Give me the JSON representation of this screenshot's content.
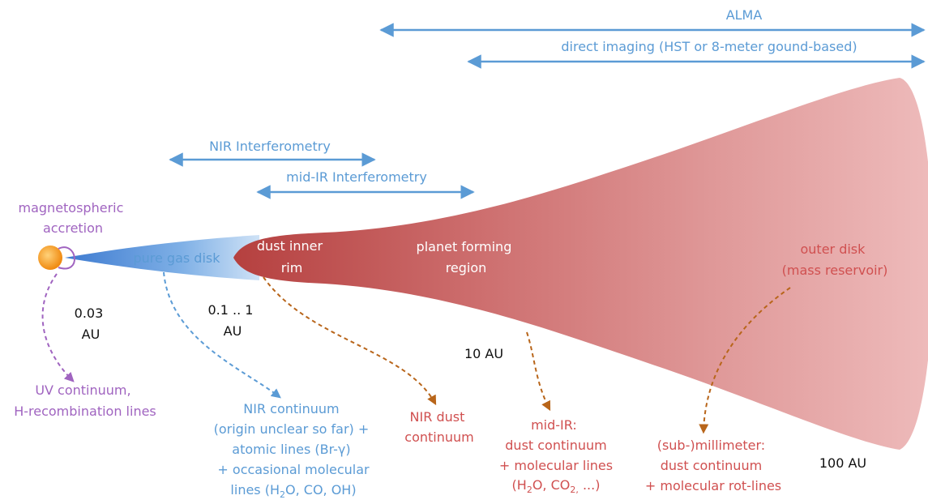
{
  "colors": {
    "blue": "#5b9bd5",
    "purple": "#a064c0",
    "red": "#d05050",
    "orange_arrow": "#b8651a",
    "disk_dark": "#b94a4a",
    "disk_light": "#f2bcbc",
    "star": "#f5a020"
  },
  "ranges": {
    "alma": "ALMA",
    "direct_imaging": "direct imaging (HST or 8-meter gound-based)",
    "nir_interferometry": "NIR Interferometry",
    "midir_interferometry": "mid-IR Interferometry"
  },
  "regions": {
    "magnetospheric": [
      "magnetospheric",
      "accretion"
    ],
    "pure_gas_disk": "pure gas disk",
    "dust_inner_rim": [
      "dust inner",
      "rim"
    ],
    "planet_forming": [
      "planet forming",
      "region"
    ],
    "outer_disk": [
      "outer disk",
      "(mass reservoir)"
    ]
  },
  "distances": {
    "d003": [
      "0.03",
      "AU"
    ],
    "d01": [
      "0.1 .. 1",
      "AU"
    ],
    "d10": "10 AU",
    "d100": "100 AU"
  },
  "emission": {
    "uv": [
      "UV continuum,",
      "H-recombination lines"
    ],
    "nir_line1": "NIR continuum",
    "nir_line2": "(origin unclear so far) +",
    "nir_line3": "atomic lines (Br-γ)",
    "nir_line4": "+ occasional molecular",
    "nir_line5a": "lines (H",
    "nir_line5b": "2",
    "nir_line5c": "O, CO, OH)",
    "nir_dust": [
      "NIR dust",
      "continuum"
    ],
    "midir_line1": "mid-IR:",
    "midir_line2": "dust continuum",
    "midir_line3": "+ molecular lines",
    "midir_line4a": "(H",
    "midir_line4b": "2",
    "midir_line4c": "O, CO",
    "midir_line4d": "2,",
    "midir_line4e": " ...)",
    "submm": [
      "(sub-)millimeter:",
      "dust continuum",
      "+ molecular rot-lines"
    ]
  }
}
